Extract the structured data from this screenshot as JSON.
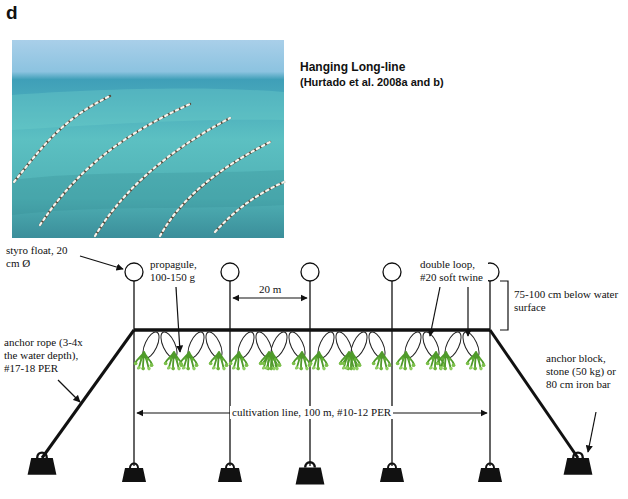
{
  "diagram": {
    "title": "Hanging Long-line",
    "labels": [
      "d",
      "(Hurtado et al. 2008a and b)",
      "styro float, 20 cm Ø",
      "propagule, 100-150 g",
      "20 m",
      "double loop, #20 soft twine",
      "75-100 cm below water surface",
      "anchor rope (3-4x the water depth), #17-18 PER",
      "anchor block, stone (50 kg) or 80 cm iron bar",
      "cultivation line, 100 m, #10-12 PER"
    ]
  }
}
